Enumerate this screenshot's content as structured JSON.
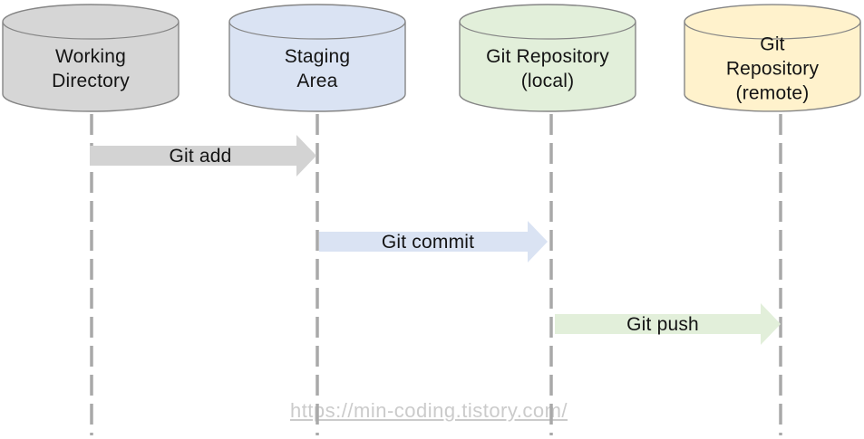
{
  "diagram": {
    "title_semantic": "git-workflow-sequence-diagram",
    "background": "#ffffff"
  },
  "cylinders": [
    {
      "id": "working-directory",
      "label": "Working\nDirectory",
      "fill": "#d6d6d6",
      "stroke": "#858585"
    },
    {
      "id": "staging-area",
      "label": "Staging\nArea",
      "fill": "#dae3f3",
      "stroke": "#858585"
    },
    {
      "id": "git-repository-local",
      "label": "Git Repository\n(local)",
      "fill": "#e2efda",
      "stroke": "#858585"
    },
    {
      "id": "git-repository-remote",
      "label": "Git Repository\n(remote)",
      "fill": "#fff2cc",
      "stroke": "#858585"
    }
  ],
  "arrows": [
    {
      "label": "Git add",
      "fill": "#d3d3d3",
      "from": "working-directory",
      "to": "staging-area"
    },
    {
      "label": "Git commit",
      "fill": "#dae3f3",
      "from": "staging-area",
      "to": "git-repository-local"
    },
    {
      "label": "Git push",
      "fill": "#e2efda",
      "from": "git-repository-local",
      "to": "git-repository-remote"
    }
  ],
  "lifelines": {
    "color": "#a9a9a9",
    "style": "dashed"
  },
  "watermark": {
    "text": "https://min-coding.tistory.com/",
    "color": "#cbcbcb"
  }
}
